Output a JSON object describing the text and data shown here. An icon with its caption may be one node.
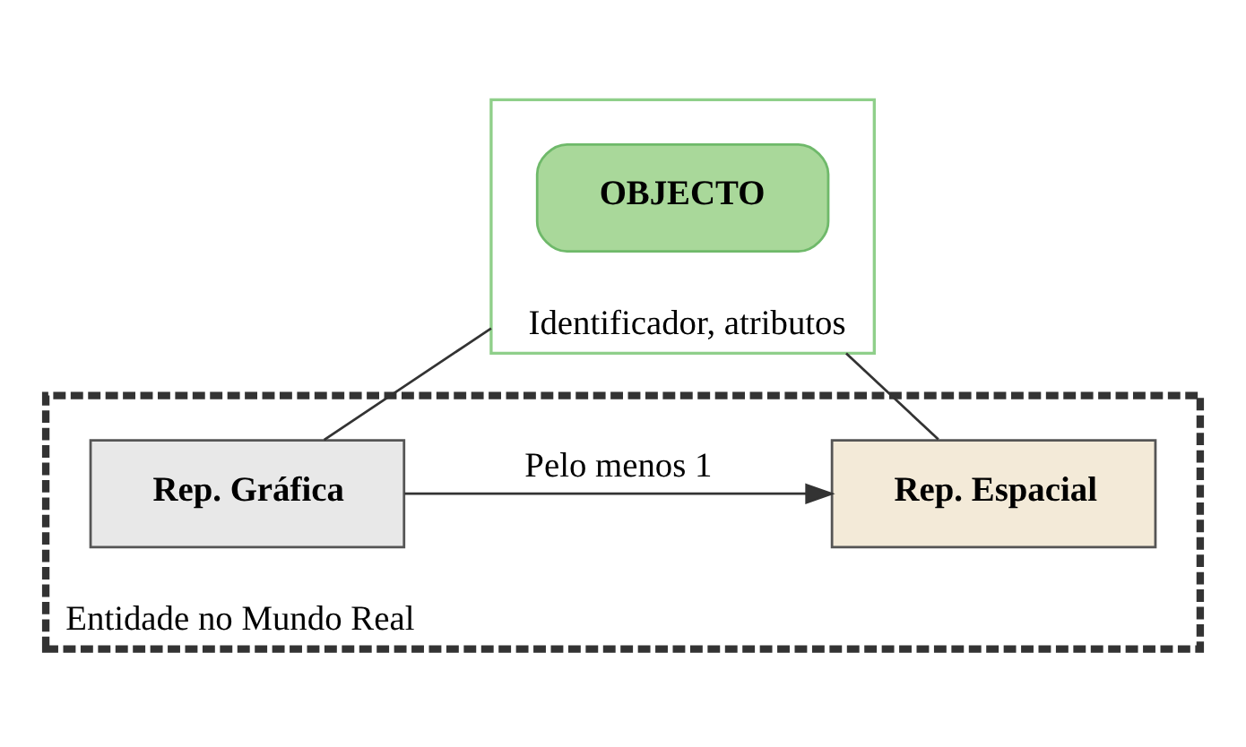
{
  "diagram": {
    "nodes": [
      {
        "text": [
          "Identificador, atributos"
        ]
      },
      {
        "text": [
          "OBJECTO"
        ],
        "in": 0
      },
      {
        "text": [
          "Entidade no Mundo Real"
        ]
      },
      {
        "text": [
          "Rep. Gráfica"
        ],
        "in": 2
      },
      {
        "text": [
          "Rep. Espacial"
        ],
        "in": 2
      }
    ],
    "edges": [
      {
        "from": 0,
        "to": 3,
        "arrow": "none"
      },
      {
        "from": 0,
        "to": 4,
        "arrow": "none"
      },
      {
        "from": 3,
        "to": 4,
        "arrow": "to",
        "label": "Pelo menos 1"
      }
    ]
  }
}
